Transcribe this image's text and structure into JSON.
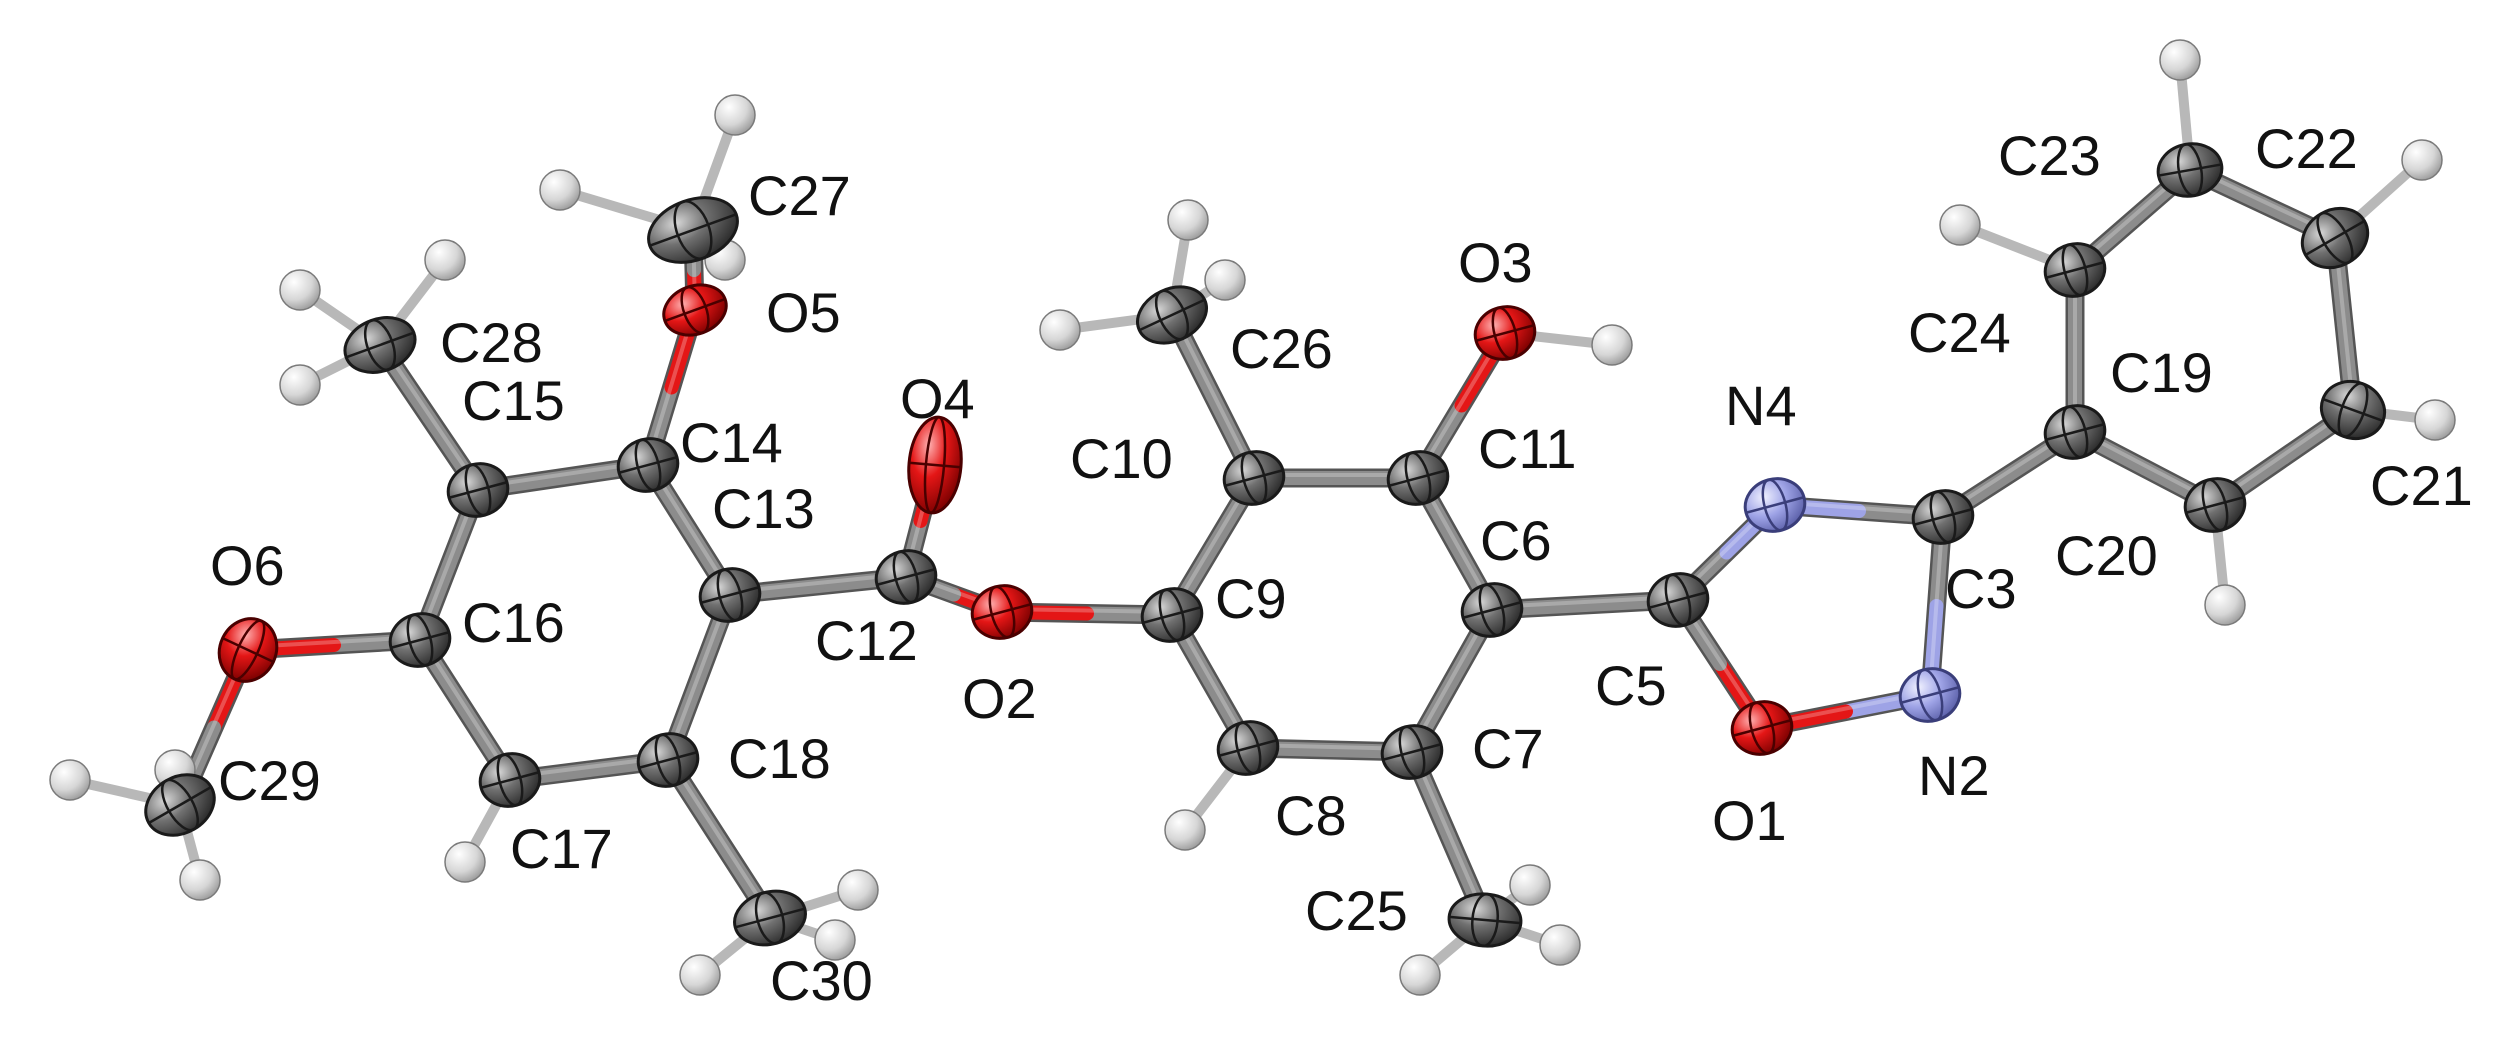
{
  "colors": {
    "carbon": "#6b6b6b",
    "oxygen": "#e41616",
    "nitrogen": "#9ea3e6",
    "hydrogen": "#dcdcdc",
    "bond": "#8c8c8c"
  },
  "atoms": [
    {
      "id": "C3",
      "element": "C",
      "label": "C3"
    },
    {
      "id": "C5",
      "element": "C",
      "label": "C5"
    },
    {
      "id": "C6",
      "element": "C",
      "label": "C6"
    },
    {
      "id": "C7",
      "element": "C",
      "label": "C7"
    },
    {
      "id": "C8",
      "element": "C",
      "label": "C8"
    },
    {
      "id": "C9",
      "element": "C",
      "label": "C9"
    },
    {
      "id": "C10",
      "element": "C",
      "label": "C10"
    },
    {
      "id": "C11",
      "element": "C",
      "label": "C11"
    },
    {
      "id": "C12",
      "element": "C",
      "label": "C12"
    },
    {
      "id": "C13",
      "element": "C",
      "label": "C13"
    },
    {
      "id": "C14",
      "element": "C",
      "label": "C14"
    },
    {
      "id": "C15",
      "element": "C",
      "label": "C15"
    },
    {
      "id": "C16",
      "element": "C",
      "label": "C16"
    },
    {
      "id": "C17",
      "element": "C",
      "label": "C17"
    },
    {
      "id": "C18",
      "element": "C",
      "label": "C18"
    },
    {
      "id": "C19",
      "element": "C",
      "label": "C19"
    },
    {
      "id": "C20",
      "element": "C",
      "label": "C20"
    },
    {
      "id": "C21",
      "element": "C",
      "label": "C21"
    },
    {
      "id": "C22",
      "element": "C",
      "label": "C22"
    },
    {
      "id": "C23",
      "element": "C",
      "label": "C23"
    },
    {
      "id": "C24",
      "element": "C",
      "label": "C24"
    },
    {
      "id": "C25",
      "element": "C",
      "label": "C25"
    },
    {
      "id": "C26",
      "element": "C",
      "label": "C26"
    },
    {
      "id": "C27",
      "element": "C",
      "label": "C27"
    },
    {
      "id": "C28",
      "element": "C",
      "label": "C28"
    },
    {
      "id": "C29",
      "element": "C",
      "label": "C29"
    },
    {
      "id": "C30",
      "element": "C",
      "label": "C30"
    },
    {
      "id": "O1",
      "element": "O",
      "label": "O1"
    },
    {
      "id": "O2",
      "element": "O",
      "label": "O2"
    },
    {
      "id": "O3",
      "element": "O",
      "label": "O3"
    },
    {
      "id": "O4",
      "element": "O",
      "label": "O4"
    },
    {
      "id": "O5",
      "element": "O",
      "label": "O5"
    },
    {
      "id": "O6",
      "element": "O",
      "label": "O6"
    },
    {
      "id": "N2",
      "element": "N",
      "label": "N2"
    },
    {
      "id": "N4",
      "element": "N",
      "label": "N4"
    }
  ],
  "hydrogens": [
    {
      "id": "H8",
      "bonded_to": "C8"
    },
    {
      "id": "H17",
      "bonded_to": "C17"
    },
    {
      "id": "H20",
      "bonded_to": "C20"
    },
    {
      "id": "H21",
      "bonded_to": "C21"
    },
    {
      "id": "H22",
      "bonded_to": "C22"
    },
    {
      "id": "H23",
      "bonded_to": "C23"
    },
    {
      "id": "H24",
      "bonded_to": "C24"
    },
    {
      "id": "H3O",
      "bonded_to": "O3"
    },
    {
      "id": "H25A",
      "bonded_to": "C25"
    },
    {
      "id": "H25B",
      "bonded_to": "C25"
    },
    {
      "id": "H25C",
      "bonded_to": "C25"
    },
    {
      "id": "H26A",
      "bonded_to": "C26"
    },
    {
      "id": "H26B",
      "bonded_to": "C26"
    },
    {
      "id": "H26C",
      "bonded_to": "C26"
    },
    {
      "id": "H27A",
      "bonded_to": "C27"
    },
    {
      "id": "H27B",
      "bonded_to": "C27"
    },
    {
      "id": "H27C",
      "bonded_to": "C27"
    },
    {
      "id": "H28A",
      "bonded_to": "C28"
    },
    {
      "id": "H28B",
      "bonded_to": "C28"
    },
    {
      "id": "H28C",
      "bonded_to": "C28"
    },
    {
      "id": "H29A",
      "bonded_to": "C29"
    },
    {
      "id": "H29B",
      "bonded_to": "C29"
    },
    {
      "id": "H29C",
      "bonded_to": "C29"
    },
    {
      "id": "H30A",
      "bonded_to": "C30"
    },
    {
      "id": "H30B",
      "bonded_to": "C30"
    },
    {
      "id": "H30C",
      "bonded_to": "C30"
    }
  ],
  "bonds": [
    [
      "C3",
      "N4"
    ],
    [
      "C3",
      "N2"
    ],
    [
      "N2",
      "O1"
    ],
    [
      "O1",
      "C5"
    ],
    [
      "C5",
      "N4"
    ],
    [
      "C3",
      "C19"
    ],
    [
      "C19",
      "C20"
    ],
    [
      "C20",
      "C21"
    ],
    [
      "C21",
      "C22"
    ],
    [
      "C22",
      "C23"
    ],
    [
      "C23",
      "C24"
    ],
    [
      "C24",
      "C19"
    ],
    [
      "C5",
      "C6"
    ],
    [
      "C6",
      "C7"
    ],
    [
      "C7",
      "C8"
    ],
    [
      "C8",
      "C9"
    ],
    [
      "C9",
      "C10"
    ],
    [
      "C10",
      "C11"
    ],
    [
      "C11",
      "C6"
    ],
    [
      "C11",
      "O3"
    ],
    [
      "C10",
      "C26"
    ],
    [
      "C7",
      "C25"
    ],
    [
      "C9",
      "O2"
    ],
    [
      "O2",
      "C12"
    ],
    [
      "C12",
      "O4"
    ],
    [
      "C12",
      "C13"
    ],
    [
      "C13",
      "C14"
    ],
    [
      "C14",
      "C15"
    ],
    [
      "C15",
      "C16"
    ],
    [
      "C16",
      "C17"
    ],
    [
      "C17",
      "C18"
    ],
    [
      "C18",
      "C13"
    ],
    [
      "C14",
      "O5"
    ],
    [
      "O5",
      "C27"
    ],
    [
      "C15",
      "C28"
    ],
    [
      "C16",
      "O6"
    ],
    [
      "O6",
      "C29"
    ],
    [
      "C18",
      "C30"
    ]
  ]
}
